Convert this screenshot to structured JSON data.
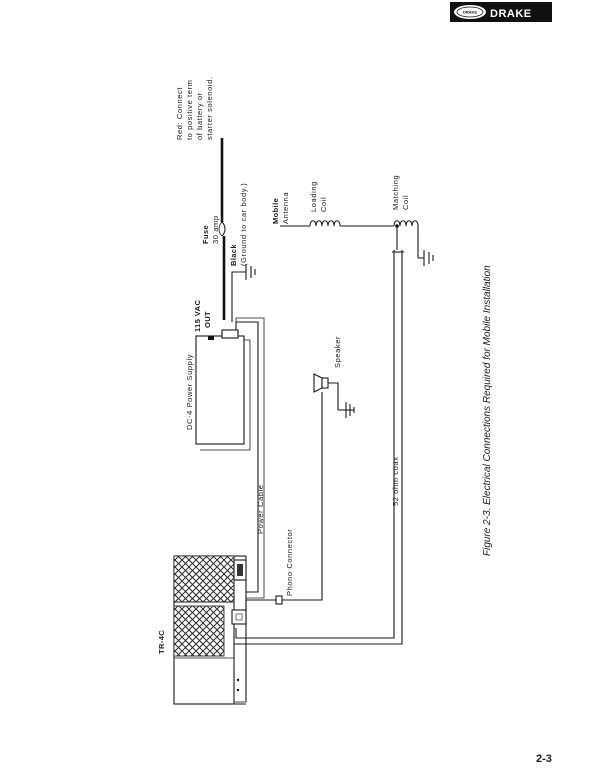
{
  "brand": {
    "name": "DRAKE",
    "emblem": "DRAKE"
  },
  "labels": {
    "red_note": [
      "Red: Connect",
      "to positive term",
      "of battery or",
      "starter solenoid."
    ],
    "fuse": [
      "Fuse",
      "30 amp"
    ],
    "black": [
      "Black",
      "(Ground to car body.)"
    ],
    "mobile_antenna": [
      "Mobile",
      "Antenna"
    ],
    "loading_coil": [
      "Loading",
      "Coil"
    ],
    "matching_coil": [
      "Matching",
      "Coil"
    ],
    "vac_out": [
      "115 VAC",
      "OUT"
    ],
    "power_supply": "DC-4 Power Supply",
    "speaker": "Speaker",
    "power_cable": "Power Cable",
    "coax": "52 ohm coax",
    "phono": "Phono Connector",
    "transceiver": "TR-4C"
  },
  "caption": "Figure 2-3.  Electrical Connections Required for Mobile Installation",
  "page_number": "2-3"
}
